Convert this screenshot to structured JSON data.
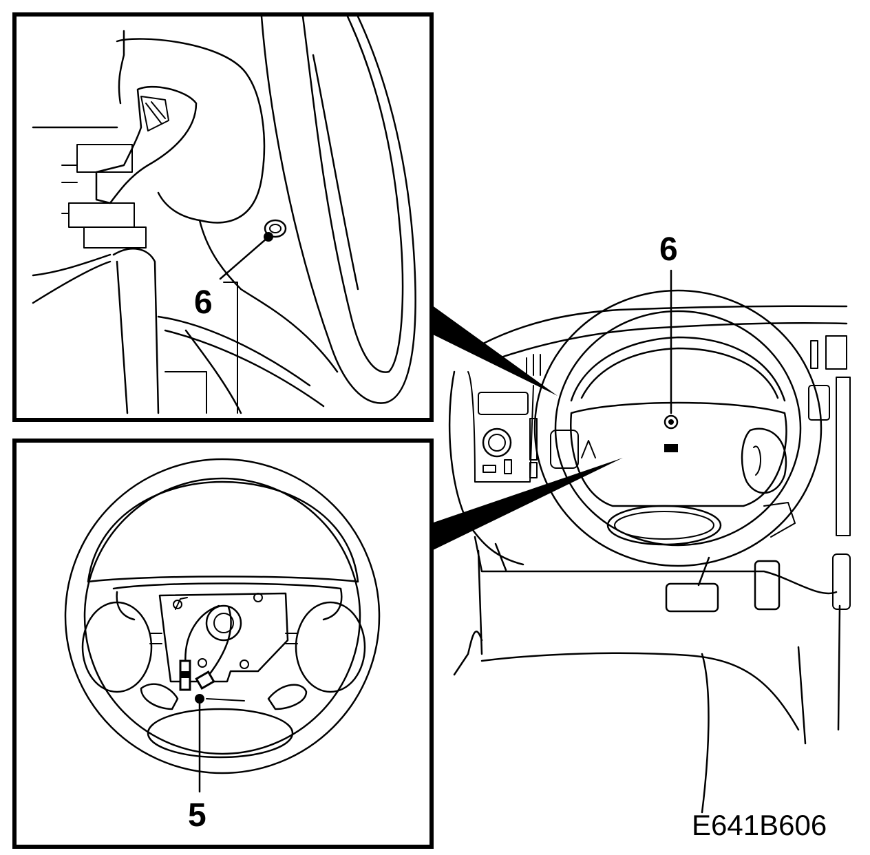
{
  "figure_code": "E641B606",
  "callouts": {
    "top_inset": "6",
    "main_view": "6",
    "bottom_inset": "5"
  }
}
